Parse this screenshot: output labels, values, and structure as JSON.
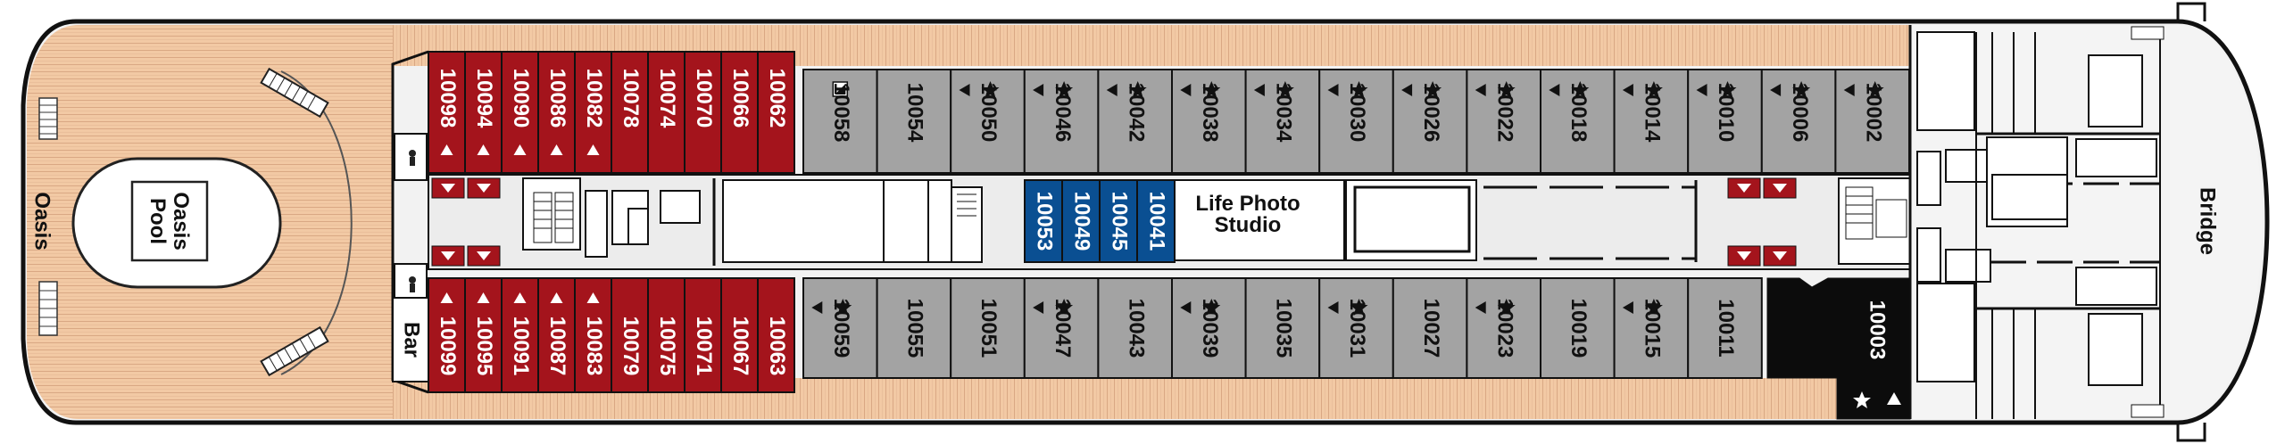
{
  "colors": {
    "deck_wood": "#f2c9a4",
    "deck_wood_line": "#dba986",
    "red": "#a4141c",
    "red_dark": "#7e1117",
    "grey": "#a3a3a3",
    "blue": "#0a4f92",
    "black": "#0c0c0c",
    "corridor": "#ececec",
    "outline": "#1a1a1a"
  },
  "labels": {
    "oasis": "Oasis",
    "pool": "Oasis\nPool",
    "bar": "Bar",
    "studio": "Life Photo\nStudio",
    "bridge": "Bridge"
  },
  "cabins": {
    "top_red": [
      "10098",
      "10094",
      "10090",
      "10086",
      "10082",
      "10078",
      "10074",
      "10070",
      "10066",
      "10062"
    ],
    "top_red_marks": [
      "up",
      "up",
      "up",
      "up",
      "up",
      "",
      "",
      "",
      "",
      ""
    ],
    "bottom_red": [
      "10099",
      "10095",
      "10091",
      "10087",
      "10083",
      "10079",
      "10075",
      "10071",
      "10067",
      "10063"
    ],
    "bottom_red_marks": [
      "up",
      "up",
      "up",
      "up",
      "up",
      "",
      "",
      "",
      "",
      ""
    ],
    "top_grey": [
      "10058",
      "10054",
      "10050",
      "10046",
      "10042",
      "10038",
      "10034",
      "10030",
      "10026",
      "10022",
      "10018",
      "10014",
      "10010",
      "10006",
      "10002"
    ],
    "top_grey_marks": [
      "access",
      "",
      "star-tri",
      "star-tri",
      "star-tri",
      "star-tri",
      "star-tri",
      "star-tri",
      "star-tri",
      "star-tri",
      "star-tri",
      "star-tri",
      "star-tri",
      "star-tri",
      "star-tri"
    ],
    "bottom_grey": [
      "10059",
      "10055",
      "10051",
      "10047",
      "10043",
      "10039",
      "10035",
      "10031",
      "10027",
      "10023",
      "10019",
      "10015",
      "10011"
    ],
    "bottom_grey_marks": [
      "star-tri",
      "",
      "",
      "star-tri",
      "",
      "star-tri",
      "",
      "star-tri",
      "",
      "star-tri",
      "",
      "star-tri",
      ""
    ],
    "blue": [
      "10053",
      "10049",
      "10045",
      "10041"
    ],
    "black": "10003"
  }
}
